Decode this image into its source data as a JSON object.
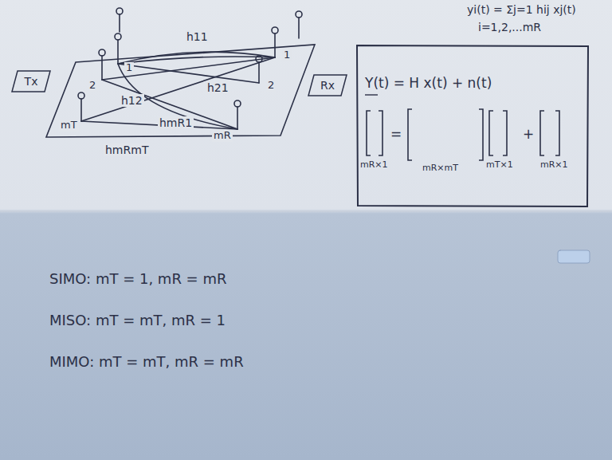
{
  "diagram": {
    "nodes": [
      {
        "text": [
          "Tx"
        ]
      },
      {
        "text": [
          "Rx"
        ]
      },
      {
        "text": [
          "Y(t) = H x(t) + n(t)",
          "=",
          "+",
          "mR×1",
          "mR×mT",
          "mT×1",
          "mR×1"
        ]
      }
    ],
    "labels": [
      "yi(t) = Σj=1 hij xj(t)",
      "i=1,2,...mR",
      "1",
      "2",
      "mT",
      "1",
      "2",
      "mR",
      "h11",
      "h12",
      "h21",
      "hmR1",
      "hmRmT",
      "SIMO: mT = 1, mR = mR",
      "MISO: mT = mT, mR = 1",
      "MIMO: mT = mT, mR = mR"
    ]
  }
}
